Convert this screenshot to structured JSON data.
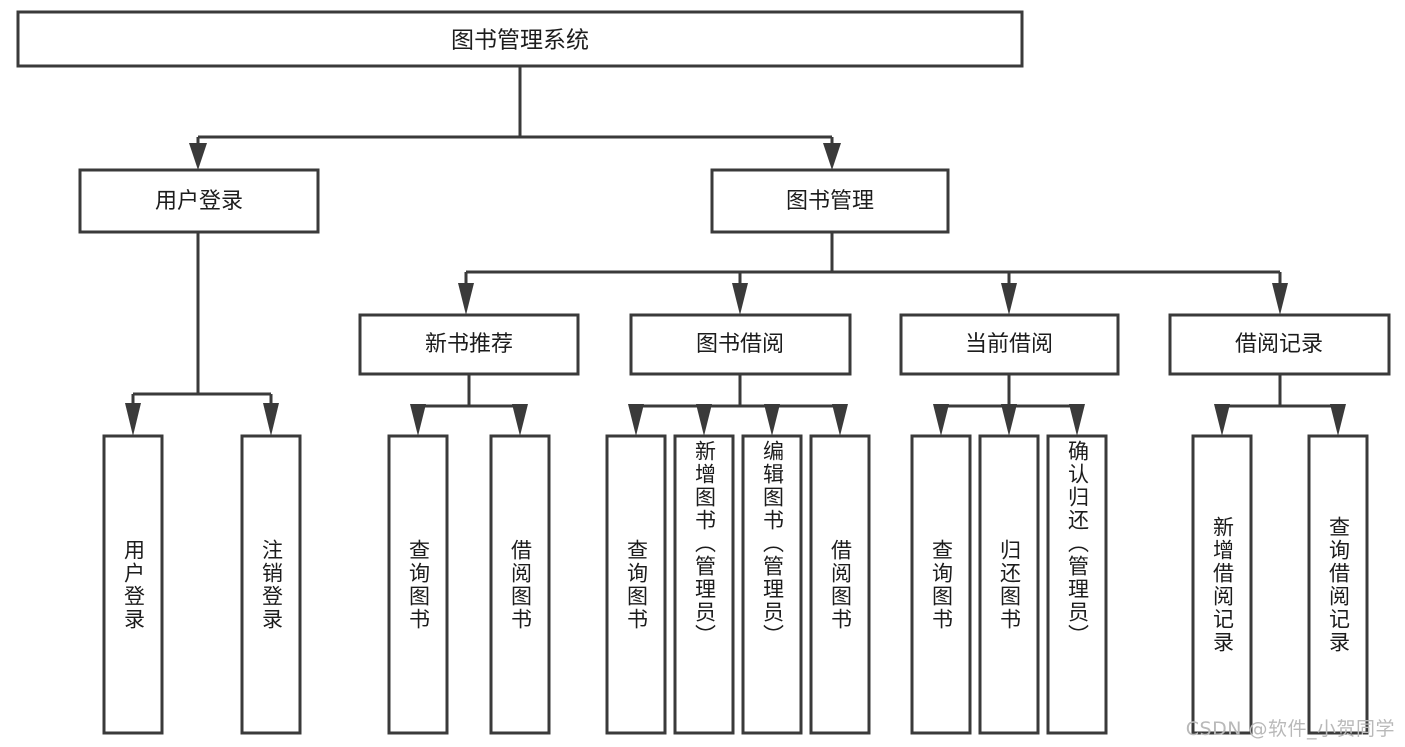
{
  "diagram": {
    "title": "图书管理系统",
    "type": "tree",
    "root": {
      "label": "图书管理系统"
    },
    "level2": [
      {
        "label": "用户登录"
      },
      {
        "label": "图书管理"
      }
    ],
    "level3": [
      {
        "label": "新书推荐"
      },
      {
        "label": "图书借阅"
      },
      {
        "label": "当前借阅"
      },
      {
        "label": "借阅记录"
      }
    ],
    "leaves": {
      "user_login": [
        {
          "label": "用户登录"
        },
        {
          "label": "注销登录"
        }
      ],
      "new_book_recommend": [
        {
          "label": "查询图书"
        },
        {
          "label": "借阅图书"
        }
      ],
      "book_borrow": [
        {
          "label": "查询图书"
        },
        {
          "label": "新增图书（管理员）"
        },
        {
          "label": "编辑图书（管理员）"
        },
        {
          "label": "借阅图书"
        }
      ],
      "current_borrow": [
        {
          "label": "查询图书"
        },
        {
          "label": "归还图书"
        },
        {
          "label": "确认归还（管理员）"
        }
      ],
      "borrow_record": [
        {
          "label": "新增借阅记录"
        },
        {
          "label": "查询借阅记录"
        }
      ]
    }
  },
  "watermark": {
    "text": "CSDN @软件_小贺同学"
  },
  "colors": {
    "stroke": "#3a3a3a",
    "fill": "#ffffff",
    "text": "#1c1c1c",
    "watermark": "#b9b9b9"
  }
}
